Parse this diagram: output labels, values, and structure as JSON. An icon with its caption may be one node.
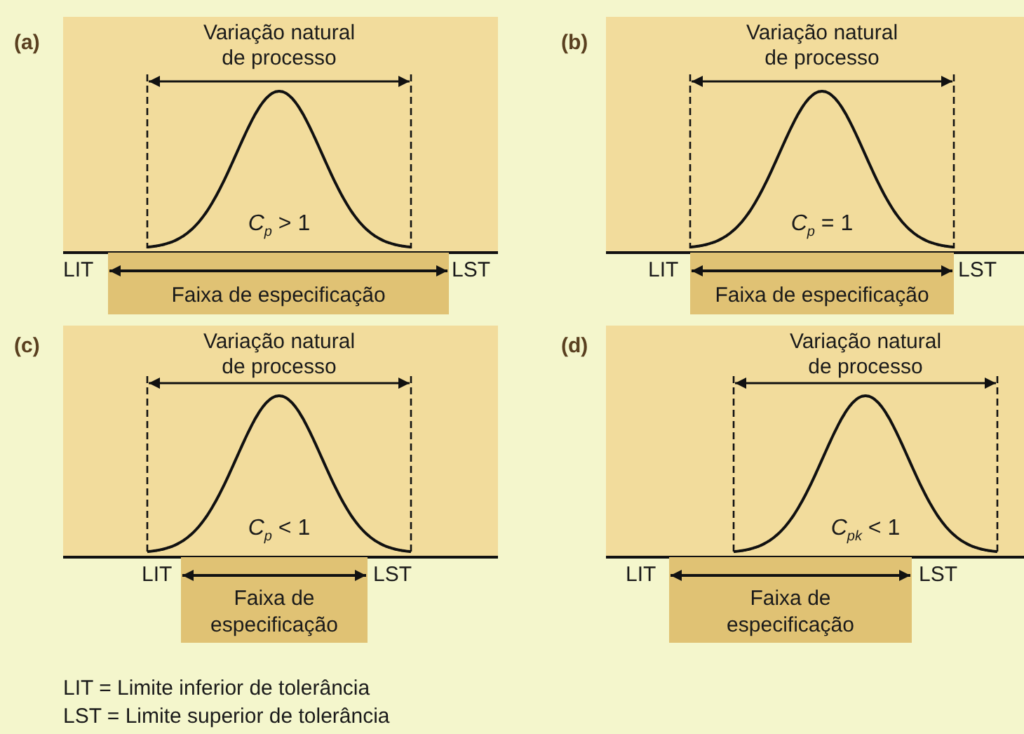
{
  "diagram": {
    "nodes": [
      {
        "text": [
          "Variação natural de processo",
          "*C*$_{p}$ > 1"
        ]
      },
      {
        "text": [
          "Faixa de especificação"
        ]
      },
      {
        "text": [
          "Variação natural de processo",
          "*C*$_{p}$ = 1"
        ]
      },
      {
        "text": [
          "Faixa de especificação"
        ]
      },
      {
        "text": [
          "Variação natural de processo",
          "*C*$_{p}$ < 1"
        ]
      },
      {
        "text": [
          "Faixa de especificação"
        ]
      },
      {
        "text": [
          "Variação natural de processo",
          "*C*$_{pk}$ < 1"
        ]
      },
      {
        "text": [
          "Faixa de especificação"
        ]
      }
    ],
    "labels": [
      "(a)",
      "LIT",
      "LST",
      "(b)",
      "LIT",
      "LST",
      "(c)",
      "LIT",
      "LST",
      "(d)",
      "LIT",
      "LST",
      "LIT = Limite inferior de tolerância",
      "LST = Limite superior de tolerância"
    ]
  }
}
